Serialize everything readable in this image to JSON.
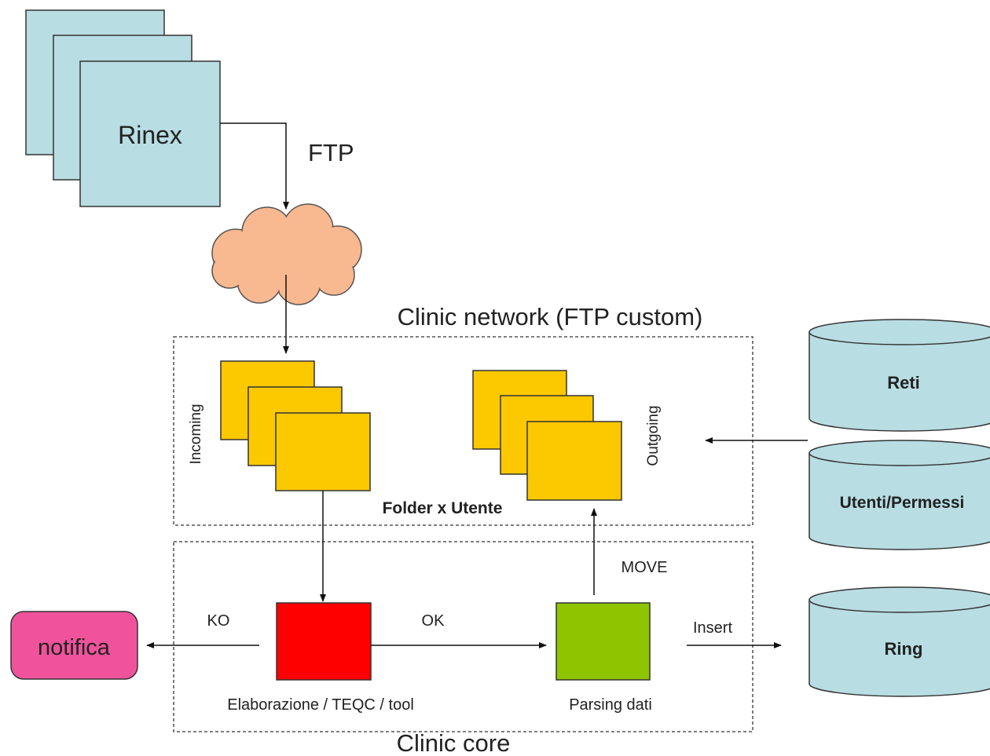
{
  "labels": {
    "rinex": "Rinex",
    "ftp": "FTP",
    "network": "Clinic network (FTP custom)",
    "incoming": "Incoming",
    "outgoing": "Outgoing",
    "folder": "Folder x Utente",
    "move": "MOVE",
    "ko": "KO",
    "ok": "OK",
    "insert": "Insert",
    "notifica": "notifica",
    "elaborazione": "Elaborazione / TEQC / tool",
    "parsing": "Parsing dati",
    "core": "Clinic core"
  },
  "databases": {
    "reti": "Reti",
    "utenti": "Utenti/Permessi",
    "ring": "Ring"
  },
  "colors": {
    "rinex_fill": "#b8dde3",
    "cloud_fill": "#f8b890",
    "folder_fill": "#fcc800",
    "elaborazione_fill": "#ff0000",
    "parsing_fill": "#8fc400",
    "notifica_fill": "#f0539c",
    "db_fill": "#b8dde3"
  }
}
